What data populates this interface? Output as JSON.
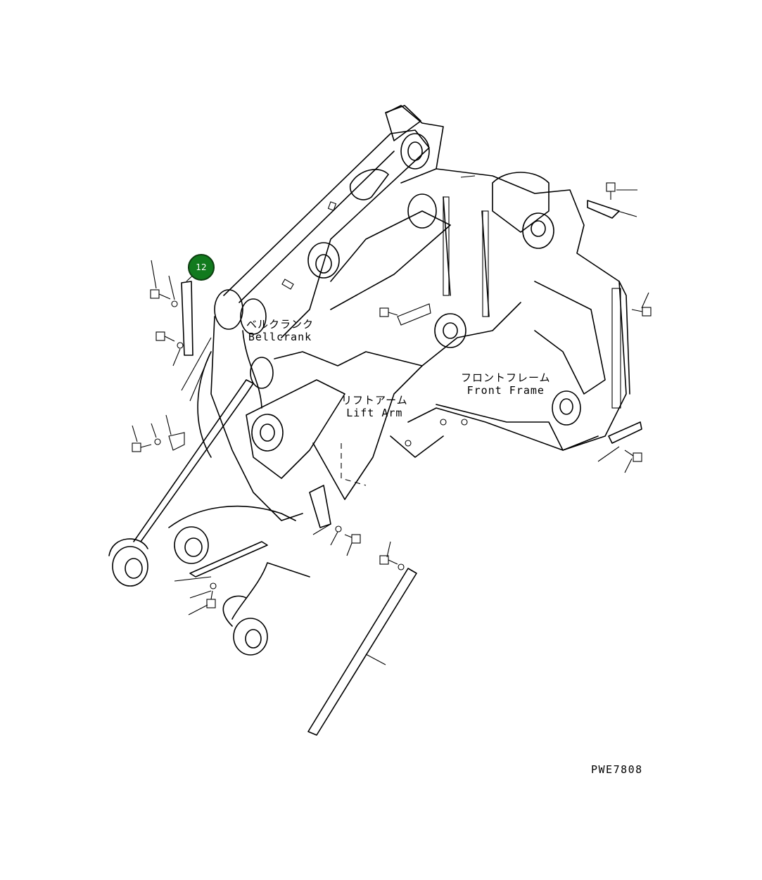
{
  "labels": {
    "bellcrank_jp": "ベルクランク",
    "bellcrank_en": "Bellcrank",
    "front_frame_jp": "フロントフレーム",
    "front_frame_en": "Front Frame",
    "lift_arm_jp": "リフトアーム",
    "lift_arm_en": "Lift Arm"
  },
  "callout": {
    "number": "12",
    "color": "#127a1e"
  },
  "drawing_code": "PWE7808",
  "line_color": "#000000",
  "background": "#ffffff"
}
